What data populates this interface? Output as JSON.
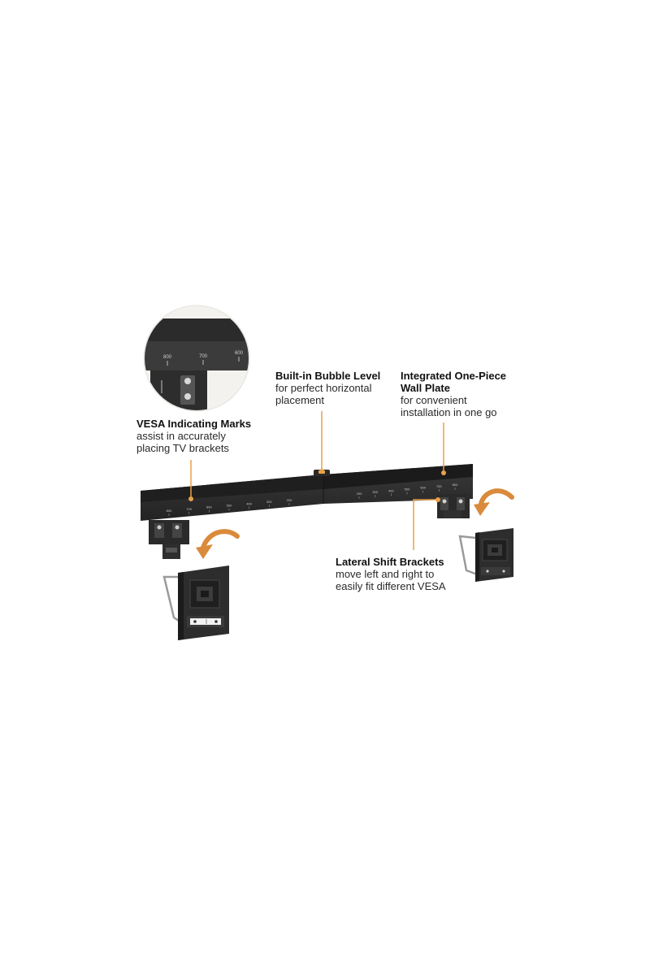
{
  "zoom_marks": [
    "800",
    "700",
    "600"
  ],
  "plate_marks_left": [
    "800",
    "700",
    "600",
    "500",
    "400",
    "300",
    "200"
  ],
  "plate_marks_right": [
    "200",
    "300",
    "400",
    "500",
    "600",
    "700",
    "800"
  ],
  "callouts": {
    "vesa": {
      "title": "VESA Indicating Marks",
      "line1": "assist in accurately",
      "line2": "placing TV brackets"
    },
    "bubble": {
      "title": "Built-in Bubble Level",
      "line1": "for perfect horizontal",
      "line2": "placement"
    },
    "plate": {
      "title1": "Integrated One-Piece",
      "title2": "Wall Plate",
      "line1": "for convenient",
      "line2": "installation in one go"
    },
    "shift": {
      "title": "Lateral Shift Brackets",
      "line1": "move left and right to",
      "line2": "easily fit different VESA"
    }
  },
  "colors": {
    "accent": "#e8a14a",
    "metal": "#2f2f2f",
    "metal_dark": "#1e1e1e",
    "arrow": "#d98a3a"
  }
}
